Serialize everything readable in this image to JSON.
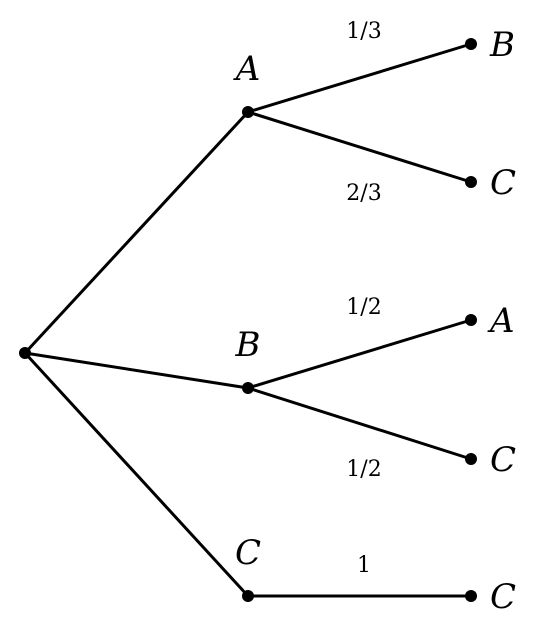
{
  "diagram": {
    "type": "probability-tree",
    "colors": {
      "line": "#000000",
      "background": "#ffffff"
    },
    "root": {
      "label": "",
      "children": [
        {
          "label": "A",
          "children": [
            {
              "label": "B",
              "probability": "1/3"
            },
            {
              "label": "C",
              "probability": "2/3"
            }
          ]
        },
        {
          "label": "B",
          "children": [
            {
              "label": "A",
              "probability": "1/2"
            },
            {
              "label": "C",
              "probability": "1/2"
            }
          ]
        },
        {
          "label": "C",
          "children": [
            {
              "label": "C",
              "probability": "1"
            }
          ]
        }
      ]
    }
  }
}
